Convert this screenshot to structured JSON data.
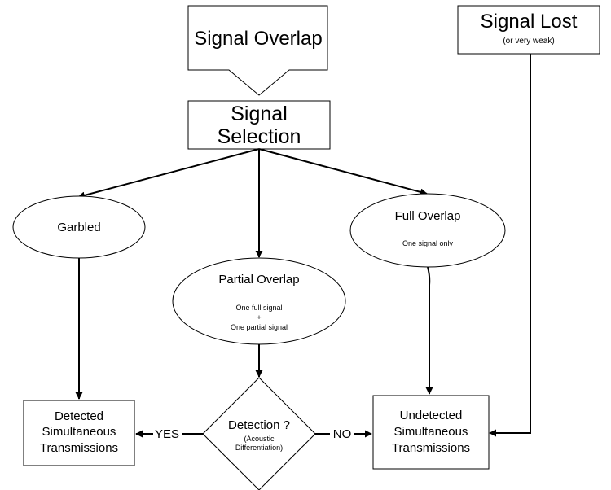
{
  "nodes": {
    "signal_overlap": {
      "label": "Signal Overlap"
    },
    "signal_lost": {
      "label": "Signal Lost",
      "sub": "(or very weak)"
    },
    "signal_selection": {
      "line1": "Signal",
      "line2": "Selection"
    },
    "garbled": {
      "label": "Garbled"
    },
    "full_overlap": {
      "label": "Full Overlap",
      "sub": "One signal only"
    },
    "partial_overlap": {
      "label": "Partial Overlap",
      "sub1": "One full signal",
      "sub2": "+",
      "sub3": "One partial signal"
    },
    "detection": {
      "label": "Detection ?",
      "sub1": "(Acoustic",
      "sub2": "Differentiation)"
    },
    "detected": {
      "line1": "Detected",
      "line2": "Simultaneous",
      "line3": "Transmissions"
    },
    "undetected": {
      "line1": "Undetected",
      "line2": "Simultaneous",
      "line3": "Transmissions"
    }
  },
  "edges": {
    "yes": "YES",
    "no": "NO"
  }
}
